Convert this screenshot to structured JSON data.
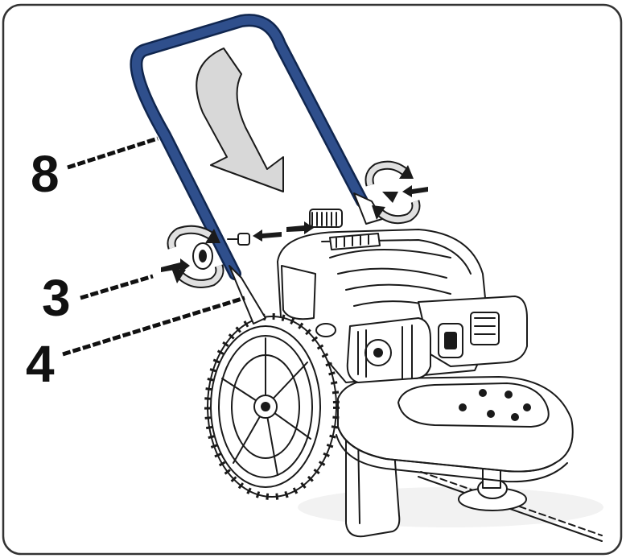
{
  "callouts": {
    "part_8": "8",
    "part_3": "3",
    "part_4": "4"
  },
  "colors": {
    "handle": "#2f4f8c",
    "handle_outline": "#10264f",
    "arrow": "#d8d8d8",
    "line": "#1a1a1a",
    "frame": "#333333"
  }
}
